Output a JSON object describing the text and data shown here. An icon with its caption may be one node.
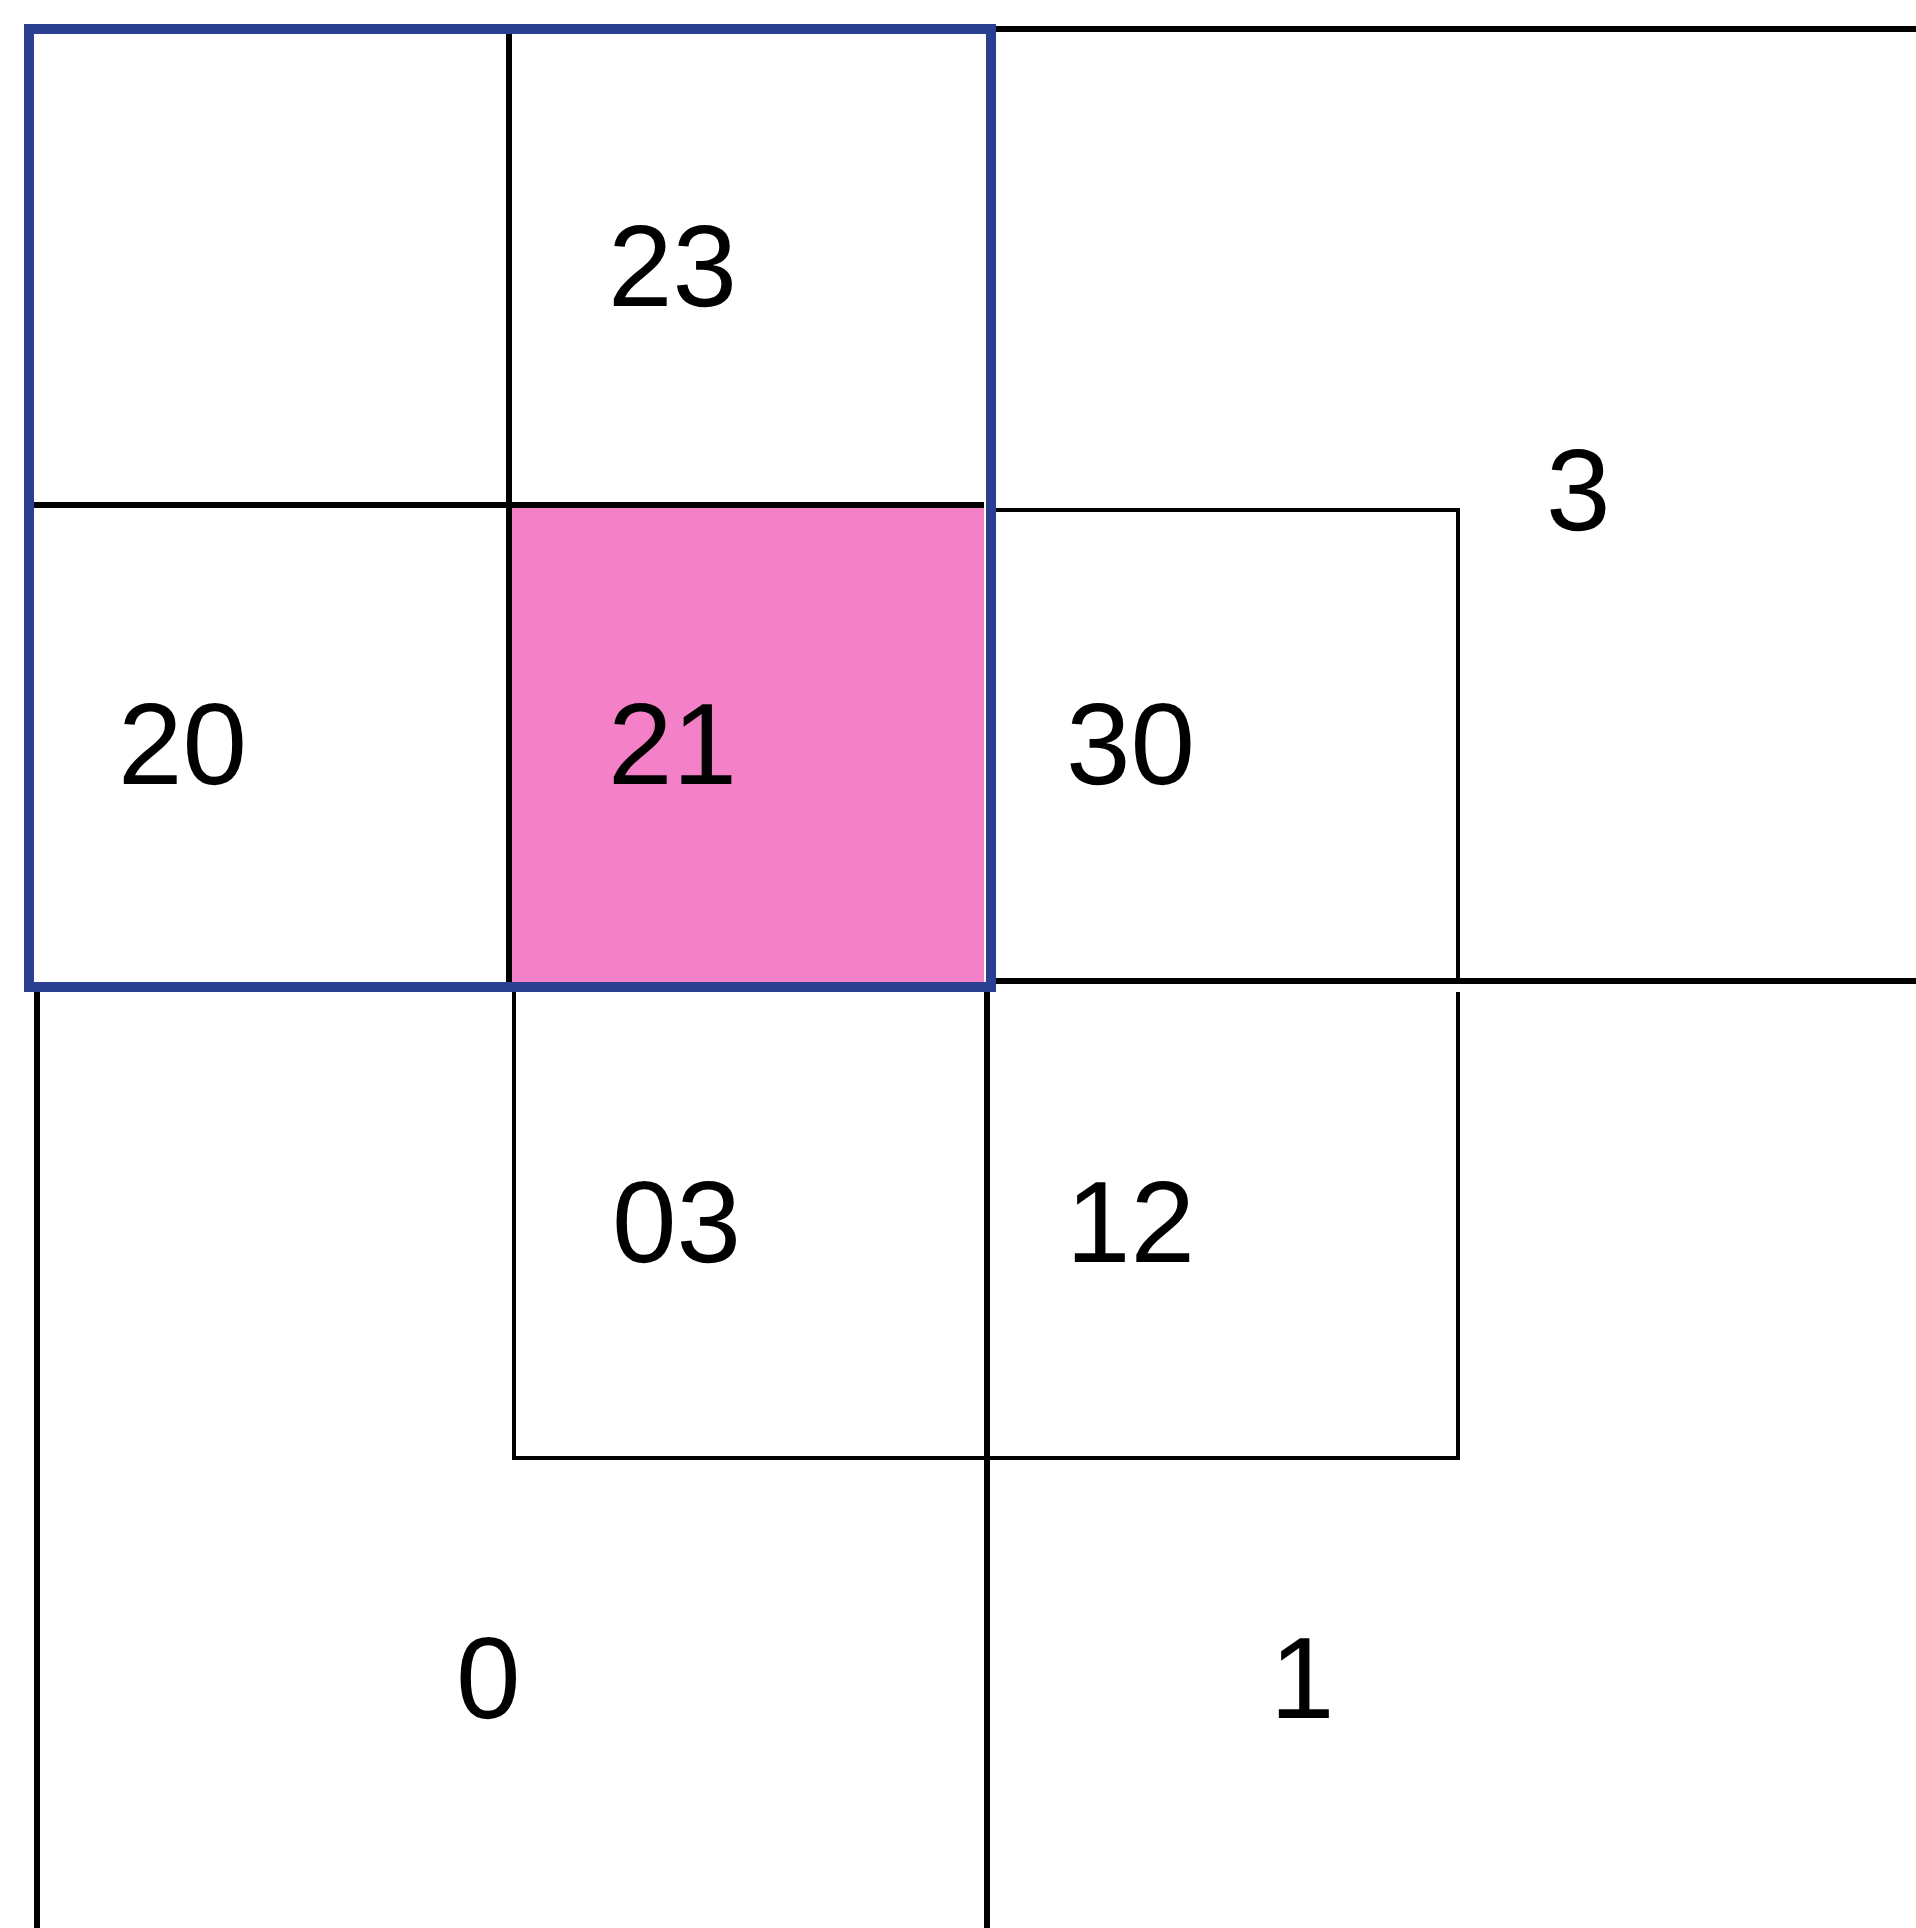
{
  "diagram": {
    "nodes": [
      {
        "text": [],
        "shape": "box"
      },
      {
        "text": [],
        "shape": "box",
        "in": 0
      },
      {
        "text": [
          "23"
        ],
        "in": 0
      },
      {
        "text": [
          "20"
        ],
        "in": 0
      },
      {
        "text": [
          "21"
        ],
        "in": 0
      },
      {
        "text": [
          "3"
        ]
      },
      {
        "text": [
          "30"
        ],
        "in": 5
      },
      {
        "text": [
          "0"
        ]
      },
      {
        "text": [
          "03"
        ],
        "in": 7
      },
      {
        "text": [
          "1"
        ]
      },
      {
        "text": [
          "12"
        ],
        "in": 9
      }
    ]
  }
}
